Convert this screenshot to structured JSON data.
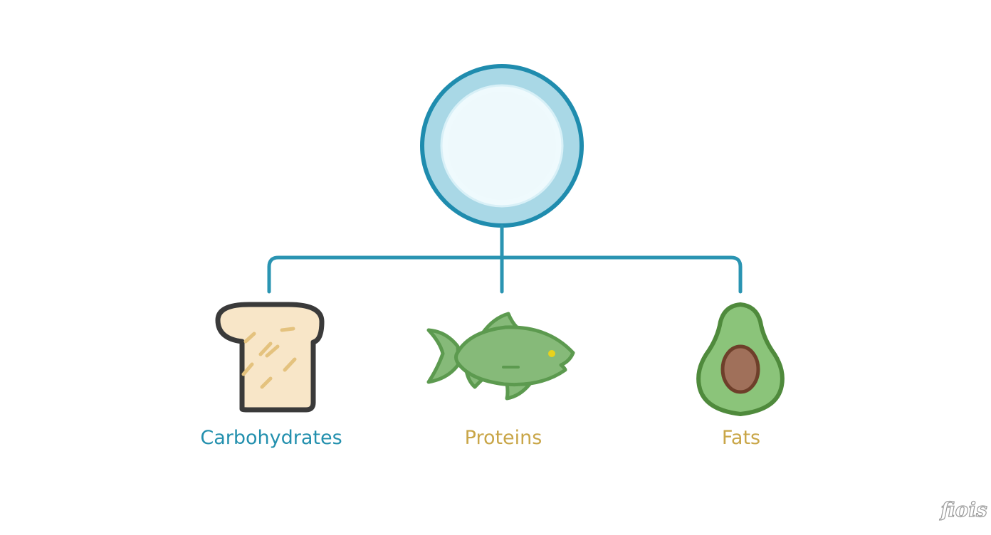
{
  "categories": [
    {
      "id": "carbs",
      "label": "Carbohydrates",
      "icon": "bread-slice-icon",
      "label_color": "#2390AE"
    },
    {
      "id": "proteins",
      "label": "Proteins",
      "icon": "fish-icon",
      "label_color": "#C9A648"
    },
    {
      "id": "fats",
      "label": "Fats",
      "icon": "avocado-icon",
      "label_color": "#C9A648"
    }
  ],
  "root": {
    "icon": "plate-icon"
  },
  "colors": {
    "connector": "#2A94B2",
    "plate_rim": "#1F8CAE",
    "plate_outer": "#A9D8E6",
    "plate_inner": "#EFFAFD",
    "bread_fill": "#F8E6C8",
    "bread_outline": "#3A3A3A",
    "bread_marks": "#E4C27E",
    "fish_fill": "#86BA79",
    "fish_outline": "#5C9A4F",
    "fish_eye": "#E8D21C",
    "avocado_fill": "#8BC47A",
    "avocado_outline": "#4F8A3C",
    "avocado_pit": "#A0705A",
    "avocado_pit_outline": "#6E3F2A"
  },
  "watermark": {
    "text": "fiois"
  }
}
